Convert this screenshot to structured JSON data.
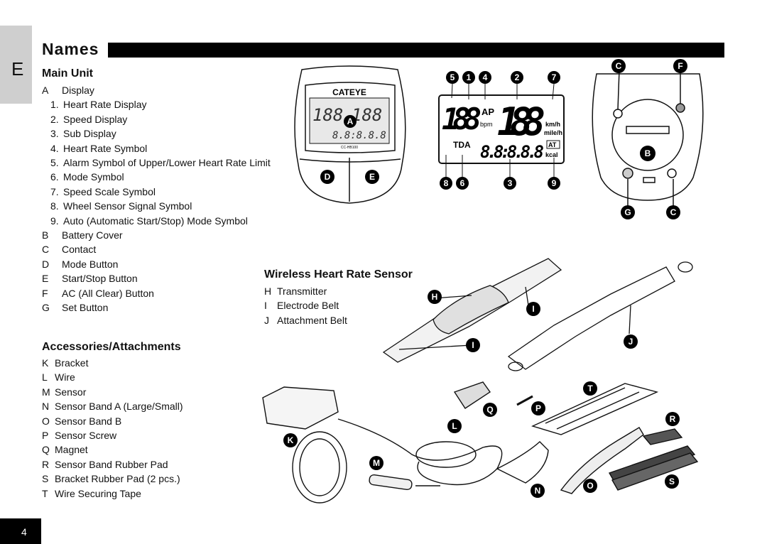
{
  "lang_tab": "E",
  "title": "Names",
  "main_unit": {
    "heading": "Main Unit",
    "items": [
      {
        "key": "A",
        "label": "Display"
      },
      {
        "key": "1.",
        "label": "Heart Rate Display"
      },
      {
        "key": "2.",
        "label": "Speed Display"
      },
      {
        "key": "3.",
        "label": "Sub Display"
      },
      {
        "key": "4.",
        "label": "Heart Rate Symbol"
      },
      {
        "key": "5.",
        "label": "Alarm Symbol of Upper/Lower Heart Rate Limit"
      },
      {
        "key": "6.",
        "label": "Mode Symbol"
      },
      {
        "key": "7.",
        "label": "Speed Scale Symbol"
      },
      {
        "key": "8.",
        "label": "Wheel Sensor Signal Symbol"
      },
      {
        "key": "9.",
        "label": "Auto (Automatic Start/Stop) Mode Symbol"
      },
      {
        "key": "B",
        "label": "Battery Cover"
      },
      {
        "key": "C",
        "label": "Contact"
      },
      {
        "key": "D",
        "label": "Mode Button"
      },
      {
        "key": "E",
        "label": "Start/Stop Button"
      },
      {
        "key": "F",
        "label": "AC (All Clear) Button"
      },
      {
        "key": "G",
        "label": "Set Button"
      }
    ]
  },
  "accessories": {
    "heading": "Accessories/Attachments",
    "items": [
      {
        "key": "K",
        "label": "Bracket"
      },
      {
        "key": "L",
        "label": "Wire"
      },
      {
        "key": "M",
        "label": "Sensor"
      },
      {
        "key": "N",
        "label": "Sensor Band A (Large/Small)"
      },
      {
        "key": "O",
        "label": "Sensor Band B"
      },
      {
        "key": "P",
        "label": "Sensor Screw"
      },
      {
        "key": "Q",
        "label": "Magnet"
      },
      {
        "key": "R",
        "label": "Sensor Band Rubber Pad"
      },
      {
        "key": "S",
        "label": "Bracket Rubber Pad (2 pcs.)"
      },
      {
        "key": "T",
        "label": "Wire Securing Tape"
      }
    ]
  },
  "wireless": {
    "heading": "Wireless Heart Rate Sensor",
    "items": [
      {
        "key": "H",
        "label": "Transmitter"
      },
      {
        "key": "I",
        "label": "Electrode Belt"
      },
      {
        "key": "J",
        "label": "Attachment Belt"
      }
    ]
  },
  "device": {
    "brand": "CATEYE",
    "model": "CC-HB100",
    "lcd_digits_hr": "188",
    "lcd_digits_speed": "188",
    "lcd_sub": "8.8:8.8.8",
    "lcd_ap": "AP",
    "lcd_bpm": "bpm",
    "lcd_kmh": "km/h",
    "lcd_mileh": "mile/h",
    "lcd_tda": "TDA",
    "lcd_at": "AT",
    "lcd_kcal": "kcal"
  },
  "callouts": {
    "display_numbers": [
      "5",
      "1",
      "4",
      "2",
      "7",
      "8",
      "6",
      "3",
      "9"
    ],
    "letters": [
      "A",
      "B",
      "C",
      "D",
      "E",
      "F",
      "G",
      "H",
      "I",
      "J",
      "K",
      "L",
      "M",
      "N",
      "O",
      "P",
      "Q",
      "R",
      "S",
      "T"
    ]
  },
  "page_number": "4"
}
